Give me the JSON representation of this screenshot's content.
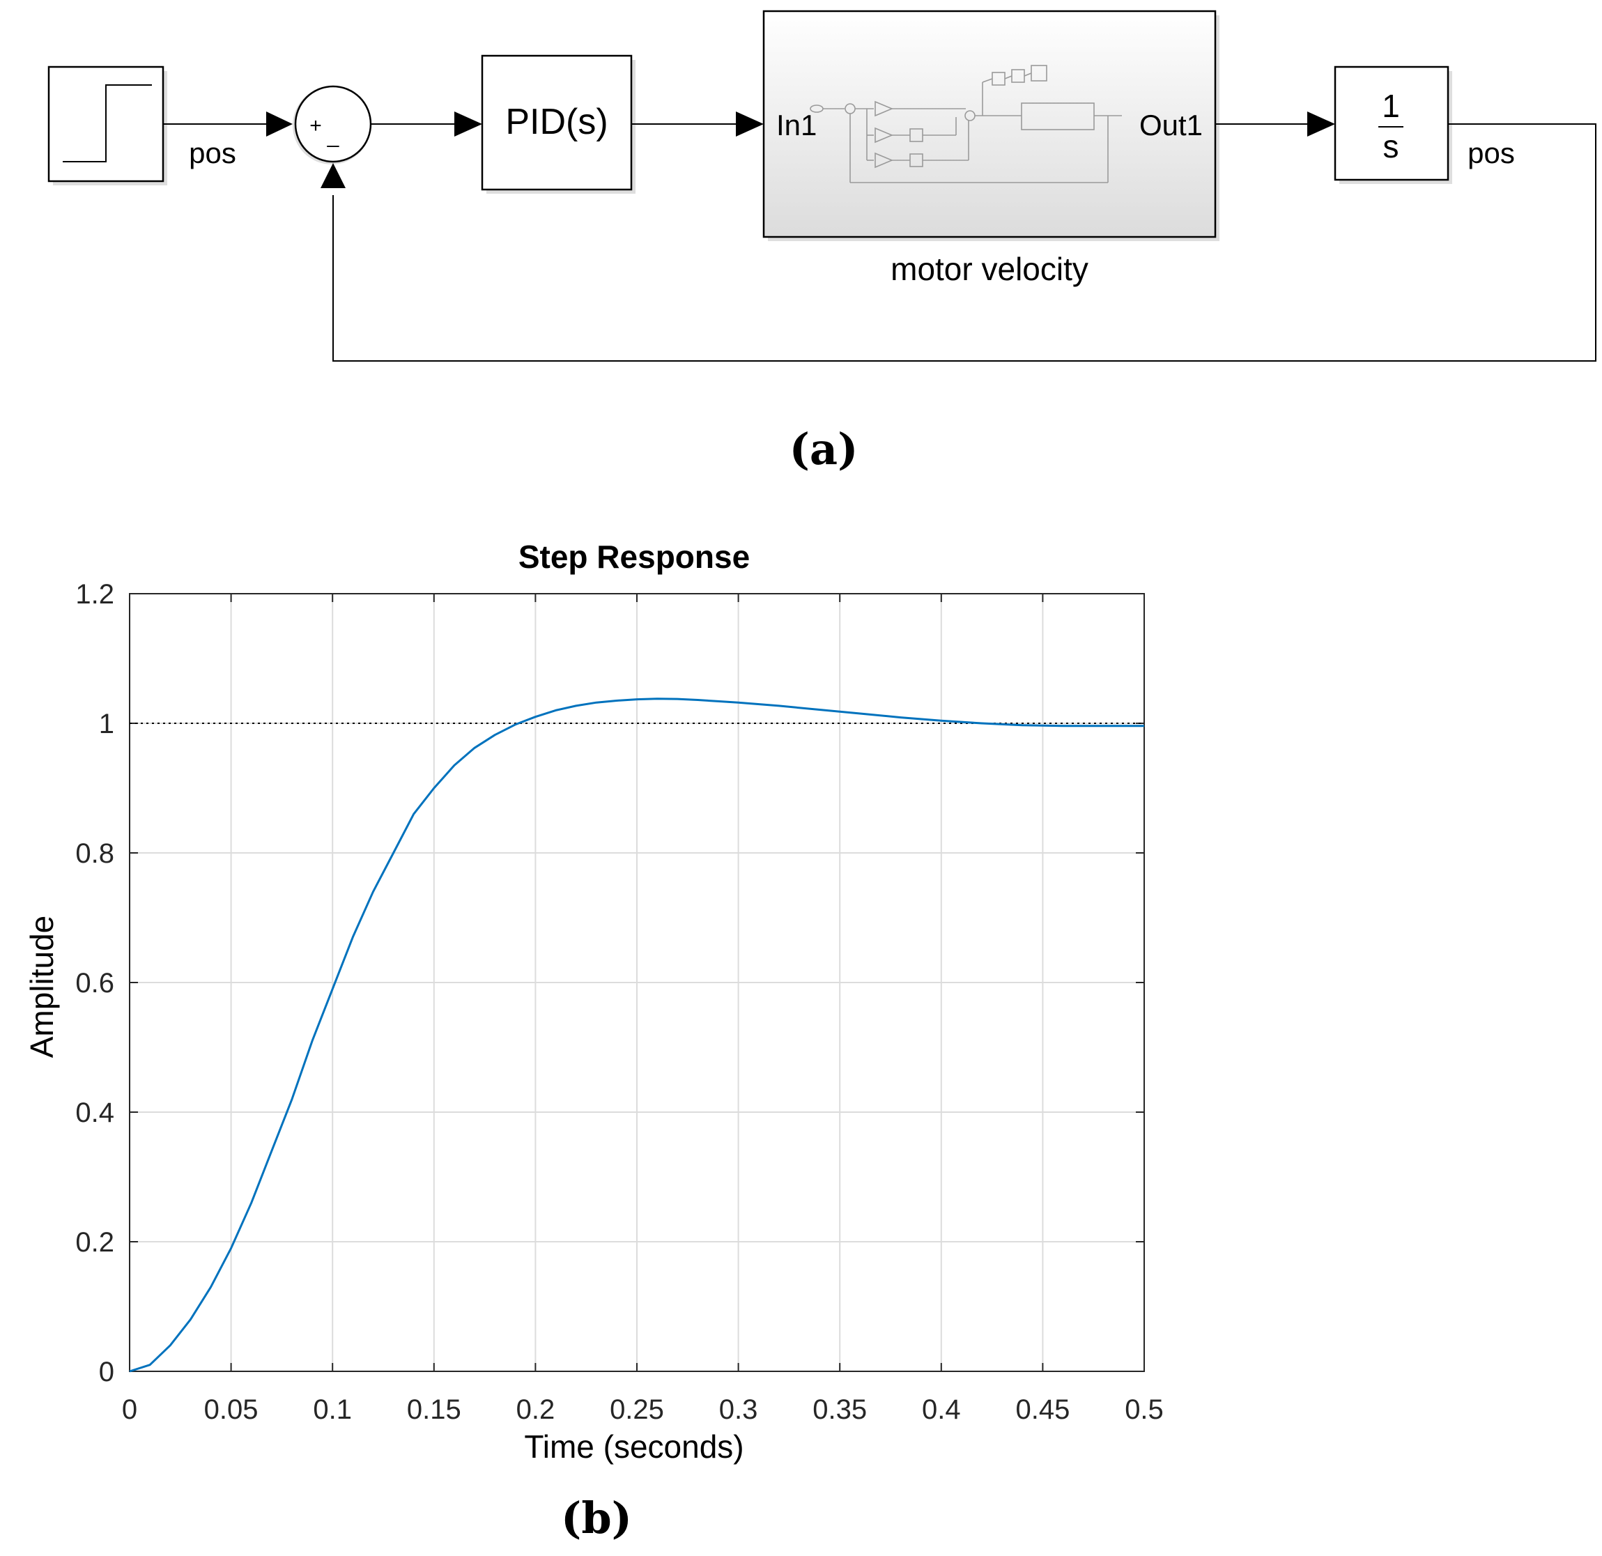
{
  "diagram": {
    "step_signal_label": "pos",
    "sum_plus": "+",
    "sum_minus": "_",
    "pid_label": "PID(s)",
    "subsystem_in": "In1",
    "subsystem_out": "Out1",
    "subsystem_name": "motor velocity",
    "integrator_num": "1",
    "integrator_den": "s",
    "output_label": "pos",
    "caption": "(a)"
  },
  "chart_data": {
    "type": "line",
    "title": "Step Response",
    "xlabel": "Time (seconds)",
    "ylabel": "Amplitude",
    "xlim": [
      0,
      0.5
    ],
    "ylim": [
      0,
      1.2
    ],
    "xticks": [
      0,
      0.05,
      0.1,
      0.15,
      0.2,
      0.25,
      0.3,
      0.35,
      0.4,
      0.45,
      0.5
    ],
    "xtick_labels": [
      "0",
      "0.05",
      "0.1",
      "0.15",
      "0.2",
      "0.25",
      "0.3",
      "0.35",
      "0.4",
      "0.45",
      "0.5"
    ],
    "yticks": [
      0,
      0.2,
      0.4,
      0.6,
      0.8,
      1,
      1.2
    ],
    "ytick_labels": [
      "0",
      "0.2",
      "0.4",
      "0.6",
      "0.8",
      "1",
      "1.2"
    ],
    "grid": true,
    "reference_value": 1,
    "line_color": "#0072bd",
    "series": [
      {
        "x": [
          0,
          0.01,
          0.02,
          0.03,
          0.04,
          0.05,
          0.06,
          0.07,
          0.08,
          0.09,
          0.1,
          0.11,
          0.12,
          0.13,
          0.14,
          0.15,
          0.16,
          0.17,
          0.18,
          0.19,
          0.2,
          0.21,
          0.22,
          0.23,
          0.24,
          0.25,
          0.26,
          0.27,
          0.28,
          0.29,
          0.3,
          0.32,
          0.34,
          0.36,
          0.38,
          0.4,
          0.42,
          0.44,
          0.46,
          0.48,
          0.5
        ],
        "values": [
          0,
          0.01,
          0.04,
          0.08,
          0.13,
          0.19,
          0.26,
          0.34,
          0.42,
          0.51,
          0.59,
          0.67,
          0.74,
          0.8,
          0.86,
          0.9,
          0.935,
          0.962,
          0.982,
          0.998,
          1.01,
          1.02,
          1.027,
          1.032,
          1.035,
          1.037,
          1.038,
          1.0375,
          1.036,
          1.034,
          1.032,
          1.027,
          1.021,
          1.015,
          1.009,
          1.004,
          1.0,
          0.997,
          0.996,
          0.996,
          0.996
        ]
      }
    ],
    "caption": "(b)"
  }
}
